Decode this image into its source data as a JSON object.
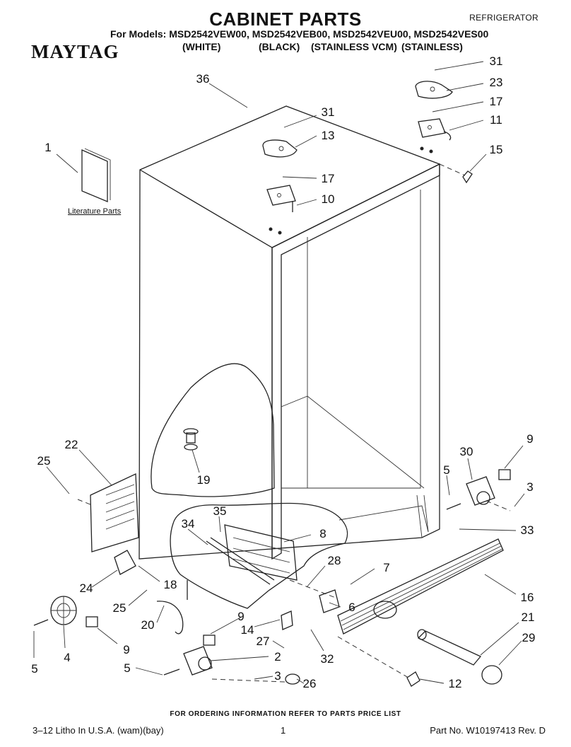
{
  "header": {
    "title": "CABINET PARTS",
    "category": "REFRIGERATOR",
    "brand": "MAYTAG",
    "models_line": "For Models: MSD2542VEW00, MSD2542VEB00, MSD2542VEU00, MSD2542VES00",
    "variants": [
      "(WHITE)",
      "(BLACK)",
      "(STAINLESS VCM)",
      "(STAINLESS)"
    ]
  },
  "literature_label": "Literature Parts",
  "callouts": [
    "36",
    "31",
    "23",
    "17",
    "11",
    "15",
    "1",
    "31",
    "13",
    "17",
    "10",
    "9",
    "30",
    "5",
    "3",
    "33",
    "22",
    "25",
    "19",
    "35",
    "34",
    "8",
    "28",
    "7",
    "16",
    "24",
    "18",
    "25",
    "6",
    "20",
    "9",
    "14",
    "27",
    "21",
    "29",
    "2",
    "5",
    "4",
    "9",
    "5",
    "3",
    "26",
    "12",
    "32"
  ],
  "footer": {
    "ordering_note": "FOR ORDERING INFORMATION REFER TO PARTS PRICE LIST",
    "print_line": "3–12 Litho In U.S.A. (wam)(bay)",
    "page_number": "1",
    "part_number": "Part No. W10197413 Rev. D"
  }
}
